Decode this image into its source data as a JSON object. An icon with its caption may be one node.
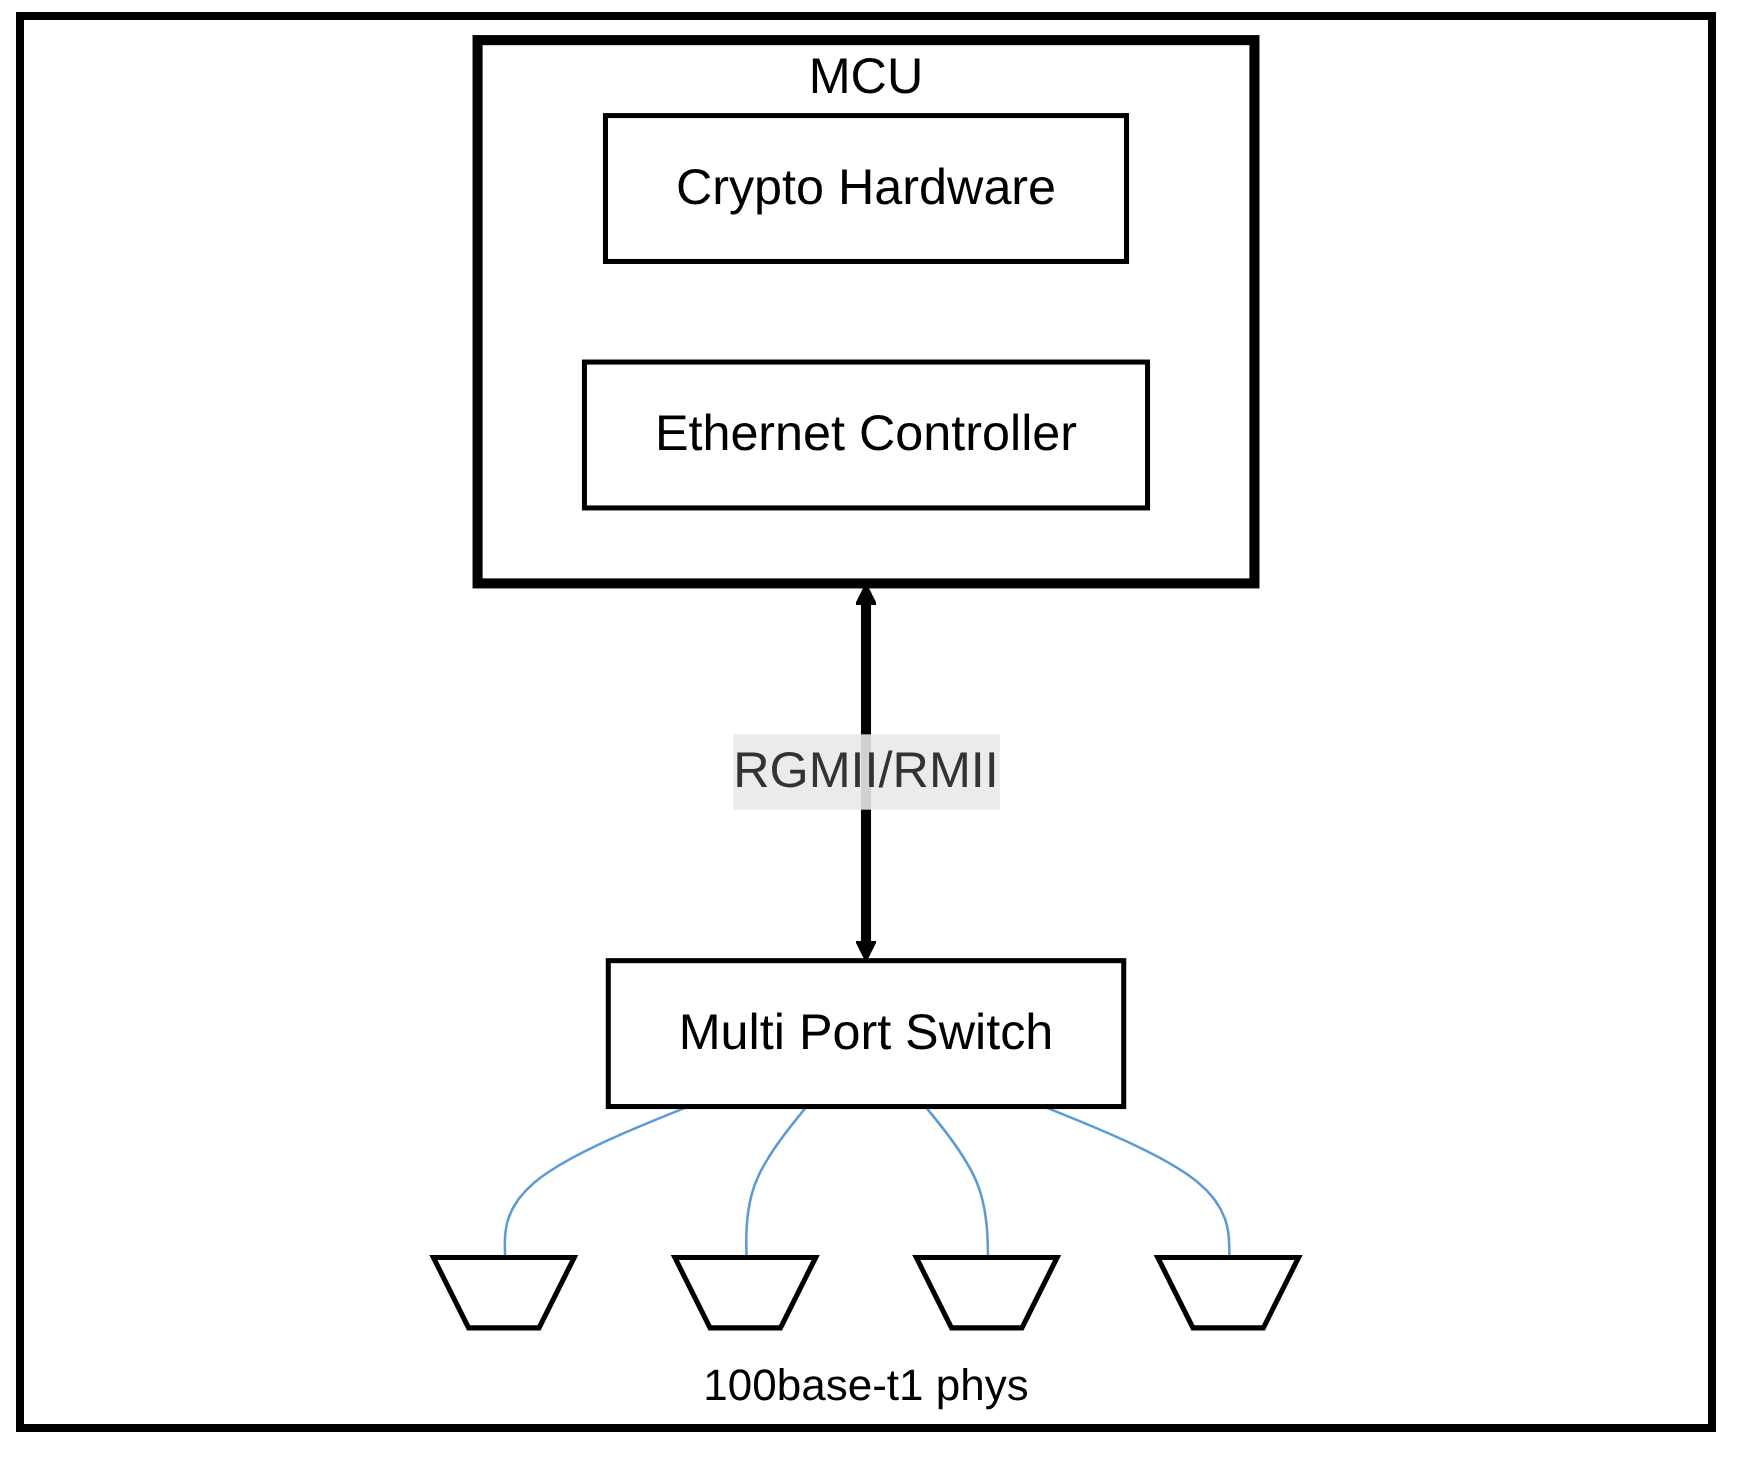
{
  "diagram": {
    "nodes": [
      {
        "text": [
          "MCU"
        ]
      },
      {
        "text": [
          "Crypto Hardware"
        ],
        "in": 0
      },
      {
        "text": [
          "Ethernet Controller"
        ],
        "in": 0
      },
      {
        "text": [
          "Multi Port Switch"
        ]
      },
      {
        "text": [],
        "shape": "pentagon"
      },
      {
        "text": [],
        "shape": "pentagon"
      },
      {
        "text": [],
        "shape": "pentagon"
      },
      {
        "text": [],
        "shape": "pentagon"
      }
    ],
    "edges": [
      {
        "from": 0,
        "to": 3,
        "arrow": "both",
        "label": "RGMII/RMII",
        "style": "thick",
        "color": "#000000"
      },
      {
        "from": 3,
        "to": 4,
        "arrow": "none",
        "color": "#5b9bd5"
      },
      {
        "from": 3,
        "to": 5,
        "arrow": "none",
        "color": "#5b9bd5"
      },
      {
        "from": 3,
        "to": 6,
        "arrow": "none",
        "color": "#5b9bd5"
      },
      {
        "from": 3,
        "to": 7,
        "arrow": "none",
        "color": "#5b9bd5"
      }
    ],
    "labels": [
      "100base-t1 phys"
    ]
  }
}
